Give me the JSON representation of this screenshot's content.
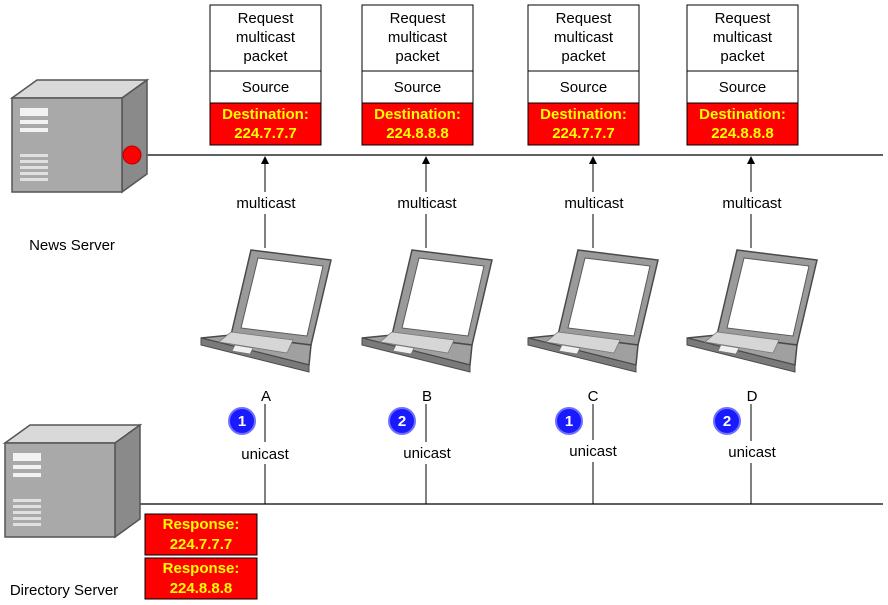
{
  "servers": {
    "news": {
      "label": "News Server"
    },
    "directory": {
      "label": "Directory Server"
    }
  },
  "packets": [
    {
      "line1": "Request",
      "line2": "multicast",
      "line3": "packet",
      "source": "Source",
      "dest_label": "Destination:",
      "dest_ip": "224.7.7.7"
    },
    {
      "line1": "Request",
      "line2": "multicast",
      "line3": "packet",
      "source": "Source",
      "dest_label": "Destination:",
      "dest_ip": "224.8.8.8"
    },
    {
      "line1": "Request",
      "line2": "multicast",
      "line3": "packet",
      "source": "Source",
      "dest_label": "Destination:",
      "dest_ip": "224.7.7.7"
    },
    {
      "line1": "Request",
      "line2": "multicast",
      "line3": "packet",
      "source": "Source",
      "dest_label": "Destination:",
      "dest_ip": "224.8.8.8"
    }
  ],
  "clients": [
    {
      "name": "A",
      "step": "1",
      "multicast_label": "multicast",
      "unicast_label": "unicast"
    },
    {
      "name": "B",
      "step": "2",
      "multicast_label": "multicast",
      "unicast_label": "unicast"
    },
    {
      "name": "C",
      "step": "1",
      "multicast_label": "multicast",
      "unicast_label": "unicast"
    },
    {
      "name": "D",
      "step": "2",
      "multicast_label": "multicast",
      "unicast_label": "unicast"
    }
  ],
  "responses": [
    {
      "label": "Response:",
      "ip": "224.7.7.7"
    },
    {
      "label": "Response:",
      "ip": "224.8.8.8"
    }
  ],
  "colors": {
    "destination_fill": "#ff0000",
    "destination_text": "#ffff00",
    "badge_fill": "#1a1aff",
    "interface_dot": "#ff0000"
  }
}
